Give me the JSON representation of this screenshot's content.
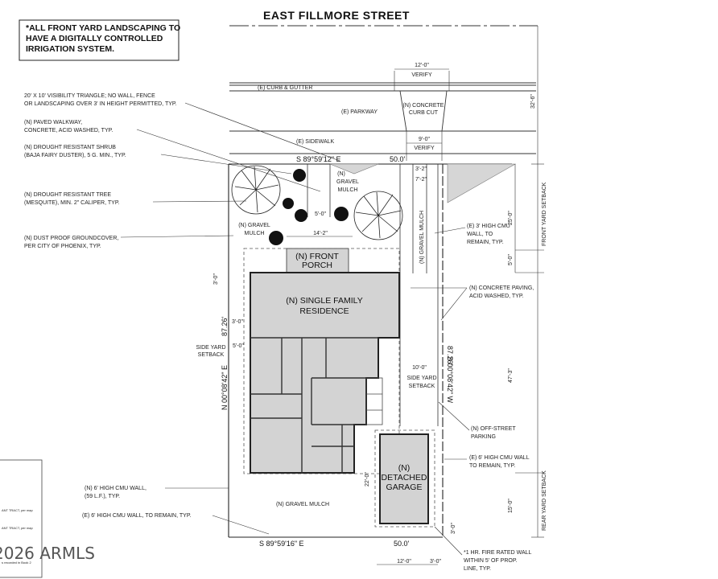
{
  "street_name": "EAST FILLMORE STREET",
  "irrigation_note": [
    "*ALL FRONT YARD LANDSCAPING TO",
    "HAVE A DIGITALLY CONTROLLED",
    "IRRIGATION SYSTEM."
  ],
  "left_notes": {
    "visibility": [
      "20' X 10' VISIBILITY TRIANGLE; NO WALL, FENCE",
      "OR LANDSCAPING OVER 3' IN HEIGHT PERMITTED, TYP."
    ],
    "walkway": [
      "(N) PAVED WALKWAY,",
      "CONCRETE, ACID WASHED, TYP."
    ],
    "shrub": [
      "(N) DROUGHT RESISTANT SHRUB",
      "(BAJA FAIRY DUSTER), 5 G. MIN., TYP."
    ],
    "tree": [
      "(N) DROUGHT RESISTANT TREE",
      "(MESQUITE), MIN. 2\" CALIPER, TYP."
    ],
    "groundcover": [
      "(N) DUST PROOF GROUNDCOVER,",
      "PER CITY OF PHOENIX, TYP."
    ],
    "cmu_wall_new": [
      "(N) 6' HIGH CMU WALL,",
      "(59 L.F.), TYP."
    ],
    "cmu_wall_remain": "(E) 6' HIGH CMU WALL, TO REMAIN, TYP."
  },
  "right_notes": {
    "cmu3": [
      "(E) 3' HIGH CMU",
      "WALL, TO",
      "REMAIN, TYP."
    ],
    "paving": [
      "(N) CONCRETE PAVING,",
      "ACID WASHED, TYP."
    ],
    "parking": [
      "(N) OFF-STREET",
      "PARKING"
    ],
    "cmu6": [
      "(E) 6' HIGH CMU WALL",
      "TO REMAIN, TYP."
    ],
    "fire_wall": [
      "*1 HR. FIRE RATED WALL",
      "WITHIN 5' OF PROP.",
      "LINE, TYP."
    ]
  },
  "site_labels": {
    "curb": "(E) CURB & GUTTER",
    "parkway": "(E) PARKWAY",
    "sidewalk": "(E) SIDEWALK",
    "curb_cut": [
      "(N) CONCRETE",
      "CURB CUT"
    ],
    "gravel_mulch_top": [
      "(N)",
      "GRAVEL",
      "MULCH"
    ],
    "gravel_mulch_left": [
      "(N) GRAVEL",
      "MULCH"
    ],
    "gravel_mulch_strip": "(N) GRAVEL MULCH",
    "gravel_mulch_rear": "(N) GRAVEL MULCH",
    "front_porch": [
      "(N) FRONT",
      "PORCH"
    ],
    "residence": [
      "(N) SINGLE FAMILY",
      "RESIDENCE"
    ],
    "garage": [
      "(N)",
      "DETACHED",
      "GARAGE"
    ],
    "side_yard_left": [
      "SIDE YARD",
      "SETBACK"
    ],
    "side_yard_right": [
      "SIDE YARD",
      "SETBACK"
    ],
    "front_setback": "FRONT YARD SETBACK",
    "rear_setback": "REAR YARD SETBACK"
  },
  "bearings": {
    "north": "S 89°59'12\" E",
    "north_len": "50.0'",
    "south": "S 89°59'16\" E",
    "south_len": "50.0'",
    "west": "N 00°08'42\" E",
    "west_len": "87.26'",
    "east": "S 00°08'42\" W",
    "east_len": "87.26'"
  },
  "dimensions": {
    "curb_cut_top": "12'-0\"",
    "verify": "VERIFY",
    "curb_cut_bottom": "9'-0\"",
    "walk_3_2": "3'-2\"",
    "walk_7_2": "7'-2\"",
    "porch_5": "5'-0\"",
    "porch_14_2": "14'-2\"",
    "left_3": "3'-0\"",
    "left_3b": "3'-0\"",
    "left_5": "5'-0\"",
    "drive_10": "10'-0\"",
    "right_32_6": "32'-6\"",
    "right_25": "25'-0\"",
    "right_5": "5'-0\"",
    "right_47_3": "47'-3\"",
    "right_15": "15'-0\"",
    "right_3": "3'-0\"",
    "garage_22": "22'-0\"",
    "bottom_12": "12'-0\"",
    "bottom_3": "3'-0\""
  },
  "legend_fragments": [
    "ANT TRACT, per map",
    "ANT TRACT, per map",
    "s recorded in Book 2"
  ],
  "watermark": "2026 ARMLS"
}
